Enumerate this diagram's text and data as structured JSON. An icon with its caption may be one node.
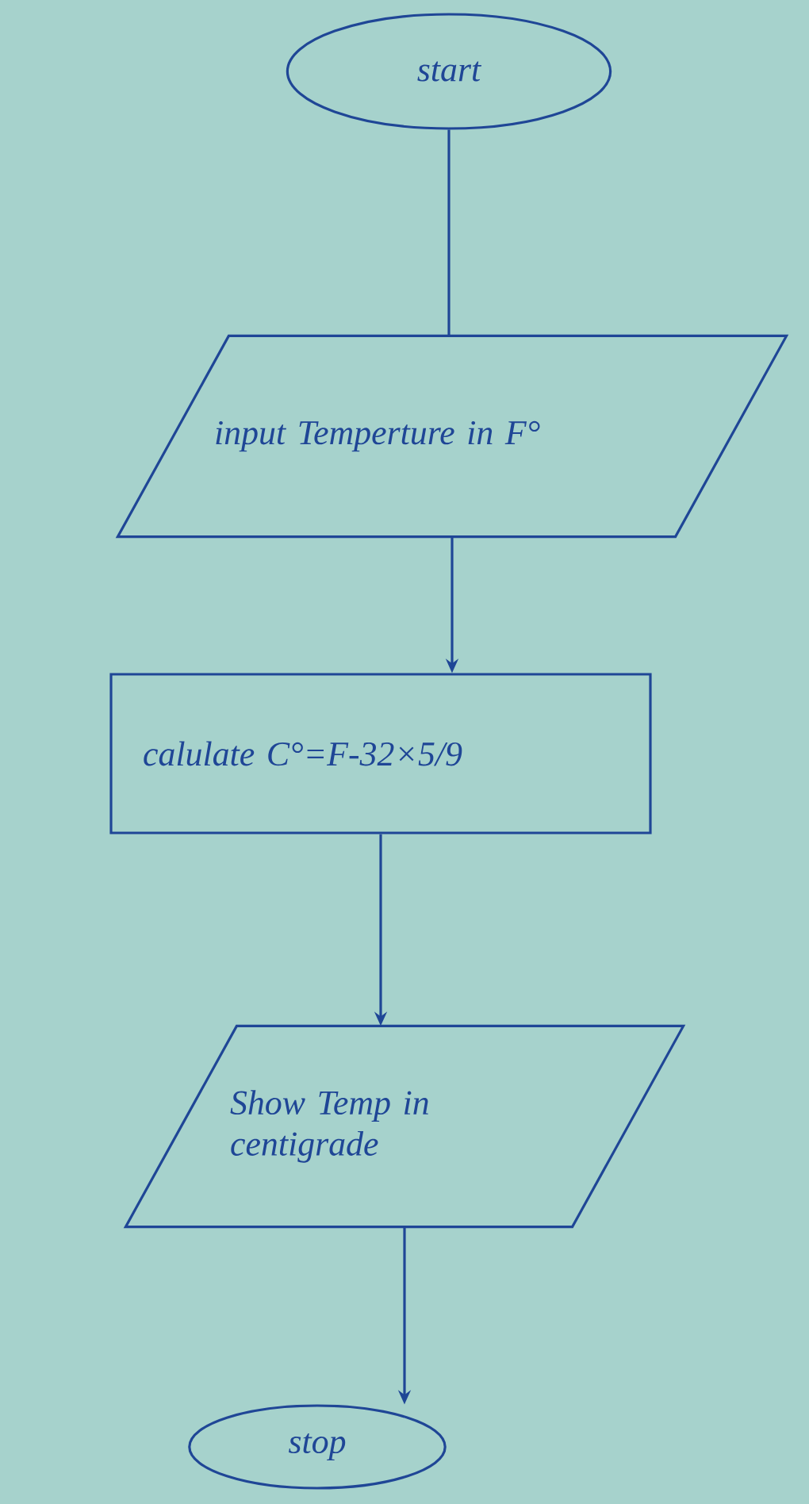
{
  "diagram": {
    "nodes": [
      {
        "text": [
          "start"
        ]
      },
      {
        "text": [
          "input Temperture in F°"
        ]
      },
      {
        "text": [
          "calulate C°=F-32×5/9"
        ]
      },
      {
        "text": [
          "Show Temp in centigrade"
        ]
      },
      {
        "text": [
          "stop"
        ]
      }
    ],
    "edges": [
      {
        "from": 0,
        "to": 1,
        "arrow": "none"
      },
      {
        "from": 1,
        "to": 2,
        "arrow": "to"
      },
      {
        "from": 2,
        "to": 3,
        "arrow": "to"
      },
      {
        "from": 3,
        "to": 4,
        "arrow": "to"
      }
    ]
  }
}
